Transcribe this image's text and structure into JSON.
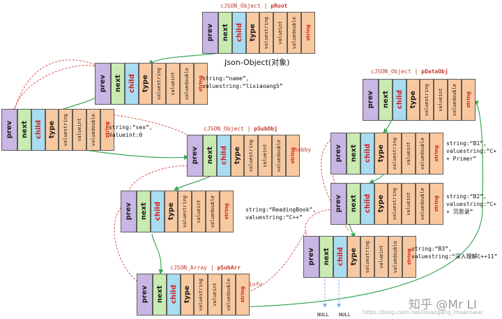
{
  "field_labels": [
    "prev",
    "next",
    "child",
    "type",
    "valuestring",
    "valueint",
    "valuedouble",
    "string"
  ],
  "nodes": [
    {
      "id": "pRoot-node"
    },
    {
      "id": "name-node"
    },
    {
      "id": "sex-node"
    },
    {
      "id": "pSubObj-node"
    },
    {
      "id": "readingbook-node"
    },
    {
      "id": "pSubArr-node"
    },
    {
      "id": "pDataObj-node"
    },
    {
      "id": "b1-node"
    },
    {
      "id": "b2-node"
    },
    {
      "id": "b3-node"
    }
  ],
  "titles": {
    "pRoot": {
      "type": "cJSON_Object",
      "sep": "|",
      "name": "pRoot"
    },
    "pSubObj": {
      "type": "cJSON_Object",
      "sep": "|",
      "name": "pSubObj"
    },
    "pSubArr": {
      "type": "cJSON_Array",
      "sep": "|",
      "name": "pSubArr"
    },
    "pDataObj": {
      "type": "cJSON_Object",
      "sep": "|",
      "name": "pDataObj"
    }
  },
  "caption_root": "Json-Object(对象)",
  "notes": {
    "name": "string:“name”,\nvaluestring:“lixiaoang5”",
    "sex": "string:“sex”,\nValueint:0",
    "readingbook": "string:“ReadingBook”,\nvaluestring:“C++”",
    "b1": "string:“B1”,\nvaluestring:“C+\n+ Primer”",
    "b2": "string:“B2”,\nvaluestring:“C+\n+ 沉思录”",
    "b3": "string:“B3”,\nvaluestring:“深入理解C++11”"
  },
  "tags": {
    "hobby": "hobby",
    "info": "info"
  },
  "null_labels": [
    "NULL",
    "NULL"
  ],
  "watermark": {
    "main": "知乎 @Mr LI",
    "url": "https://blog.csdn.net/lixiaogang_theanswer"
  },
  "colors": {
    "prev": "#c9b6e4",
    "next": "#c9ebb1",
    "child": "#a9dcef",
    "data_fields": "#f8c9a0",
    "next_link": "#3aa655",
    "prev_link": "#d94040",
    "child_label": "#d42020",
    "title": "#c0392b"
  }
}
